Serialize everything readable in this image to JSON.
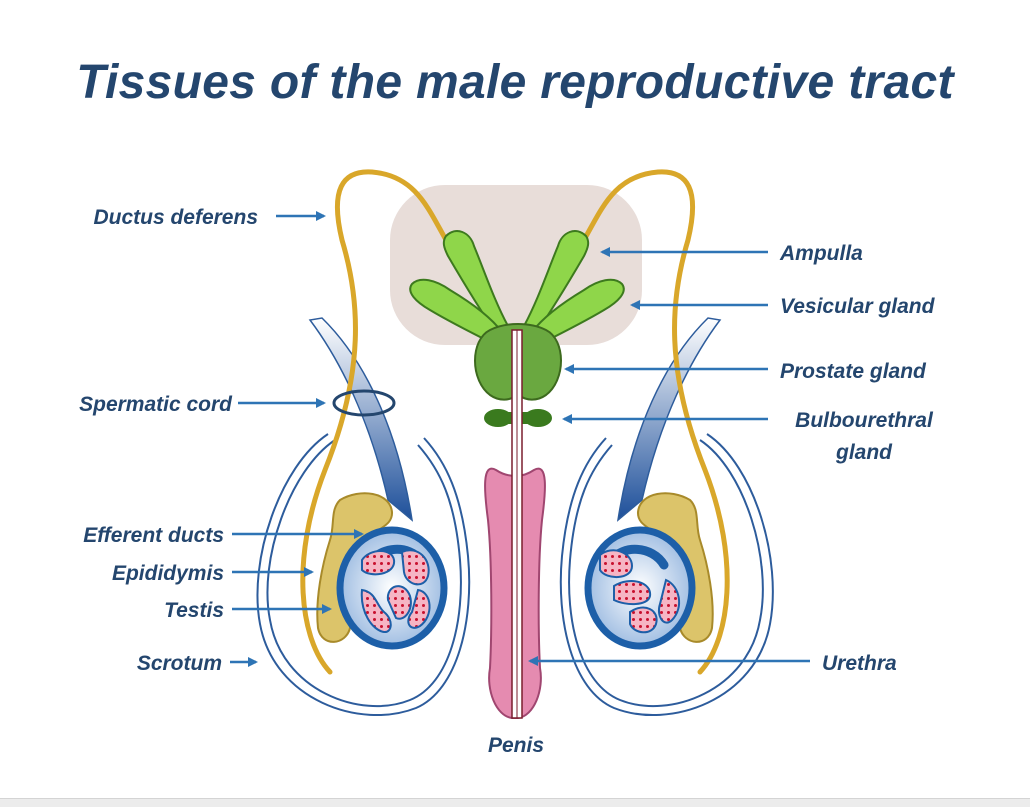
{
  "title": "Tissues of the male reproductive tract",
  "colors": {
    "title": "#24466e",
    "arrow": "#2e74b5",
    "duct": "#d9a72a",
    "gland_green": "#8fd64a",
    "prostate": "#6aa840",
    "penis": "#e58bb0",
    "testis_blue": "#1d5fa8",
    "bladder": "#e8ddd9"
  },
  "labels": {
    "ductus_deferens": "Ductus deferens",
    "spermatic_cord": "Spermatic cord",
    "efferent_ducts": "Efferent ducts",
    "epididymis": "Epididymis",
    "testis": "Testis",
    "scrotum": "Scrotum",
    "ampulla": "Ampulla",
    "vesicular_gland": "Vesicular gland",
    "prostate_gland": "Prostate gland",
    "bulbourethral_line1": "Bulbourethral",
    "bulbourethral_line2": "gland",
    "urethra": "Urethra",
    "penis": "Penis"
  }
}
